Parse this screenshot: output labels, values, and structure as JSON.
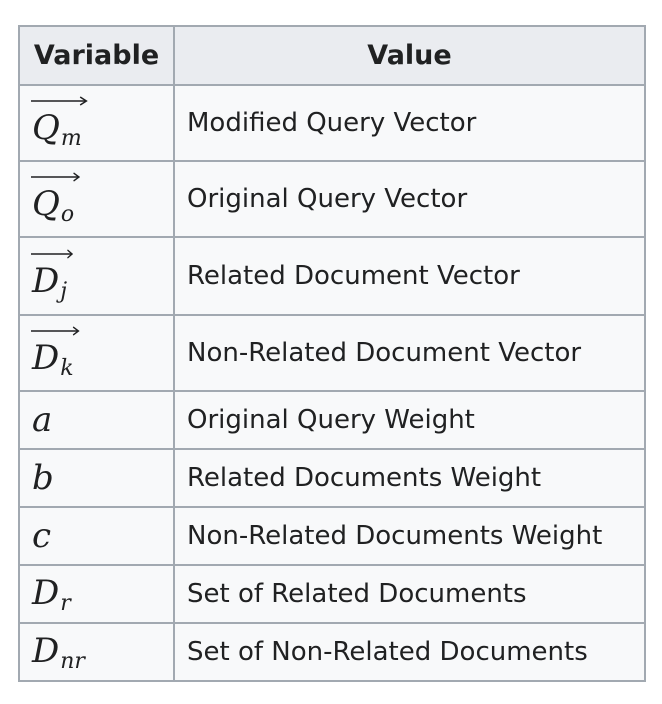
{
  "table": {
    "headers": [
      "Variable",
      "Value"
    ],
    "rows": [
      {
        "symbol": "Q",
        "subscript": "m",
        "vector": true,
        "value": "Modified Query Vector"
      },
      {
        "symbol": "Q",
        "subscript": "o",
        "vector": true,
        "value": "Original Query Vector"
      },
      {
        "symbol": "D",
        "subscript": "j",
        "vector": true,
        "value": "Related Document Vector"
      },
      {
        "symbol": "D",
        "subscript": "k",
        "vector": true,
        "value": "Non-Related Document Vector"
      },
      {
        "symbol": "a",
        "subscript": "",
        "vector": false,
        "value": "Original Query Weight"
      },
      {
        "symbol": "b",
        "subscript": "",
        "vector": false,
        "value": "Related Documents Weight"
      },
      {
        "symbol": "c",
        "subscript": "",
        "vector": false,
        "value": "Non-Related Documents Weight"
      },
      {
        "symbol": "D",
        "subscript": "r",
        "vector": false,
        "value": "Set of Related Documents"
      },
      {
        "symbol": "D",
        "subscript": "nr",
        "vector": false,
        "value": "Set of Non-Related Documents"
      }
    ]
  },
  "colors": {
    "border": "#a2a9b1",
    "header_bg": "#eaecf0",
    "cell_bg": "#f8f9fa",
    "text": "#202122"
  }
}
